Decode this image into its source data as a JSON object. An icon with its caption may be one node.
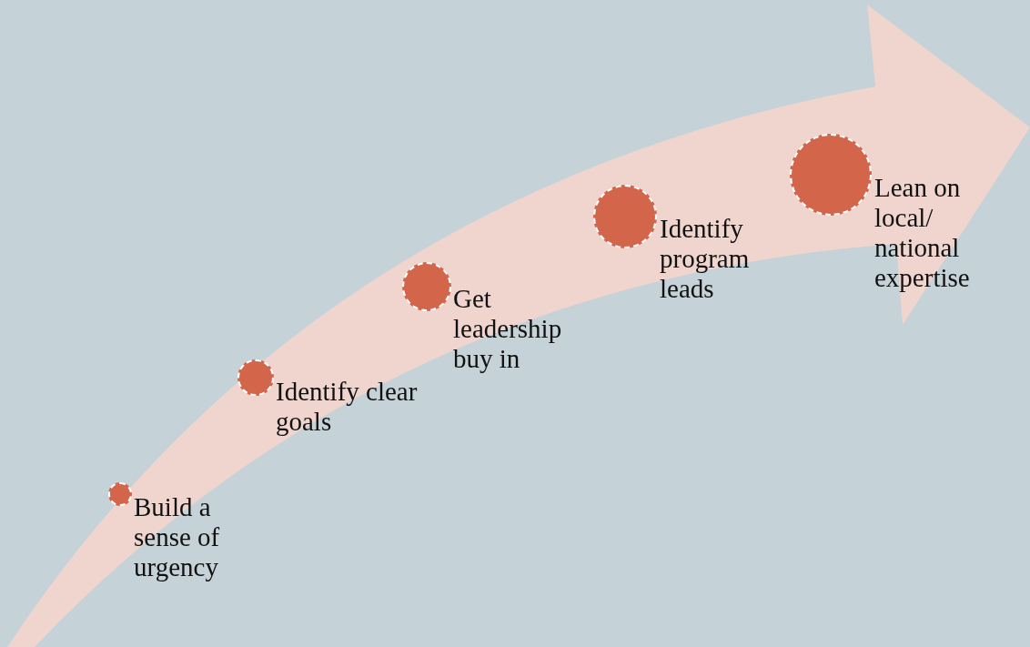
{
  "diagram": {
    "nodes": [
      {
        "text": [],
        "shape": "circle",
        "beside": [
          "Build a sense of urgency"
        ]
      },
      {
        "text": [],
        "shape": "circle",
        "beside": [
          "Identify clear goals"
        ]
      },
      {
        "text": [],
        "shape": "circle",
        "beside": [
          "Get leadership buy in"
        ]
      },
      {
        "text": [],
        "shape": "circle",
        "beside": [
          "Identify program leads"
        ]
      },
      {
        "text": [],
        "shape": "circle",
        "beside": [
          "Lean on local/ national expertise"
        ]
      }
    ],
    "edges": []
  }
}
